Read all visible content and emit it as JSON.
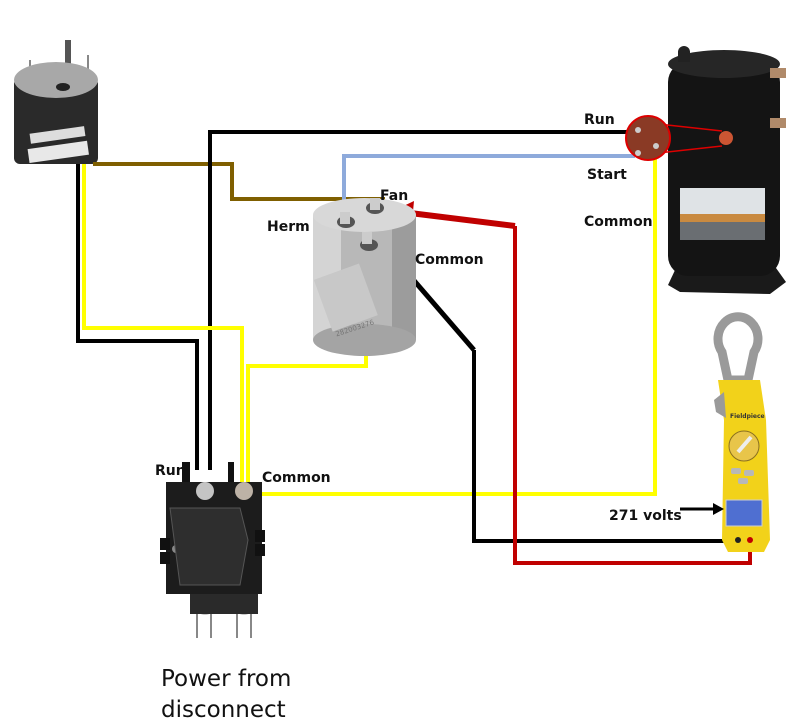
{
  "components": {
    "fan_motor": {
      "name": "Condenser fan motor"
    },
    "capacitor": {
      "name": "Dual run capacitor",
      "terminals": {
        "herm": "Herm",
        "fan": "Fan",
        "common": "Common"
      },
      "print_text": "282003276"
    },
    "compressor": {
      "name": "Scroll compressor",
      "terminals": {
        "run": "Run",
        "start": "Start",
        "common": "Common"
      }
    },
    "contactor": {
      "name": "Contactor",
      "terminals": {
        "run": "Run",
        "common": "Common"
      }
    },
    "meter": {
      "name": "Clamp meter",
      "brand": "Fieldpiece",
      "reading_label": "271 volts"
    }
  },
  "caption": {
    "line1": "Power from",
    "line2": "disconnect"
  },
  "wire_colors": {
    "black": "#000000",
    "yellow": "#ffff00",
    "brown": "#7f5f00",
    "blue": "#8eaadb",
    "red": "#c00000"
  }
}
